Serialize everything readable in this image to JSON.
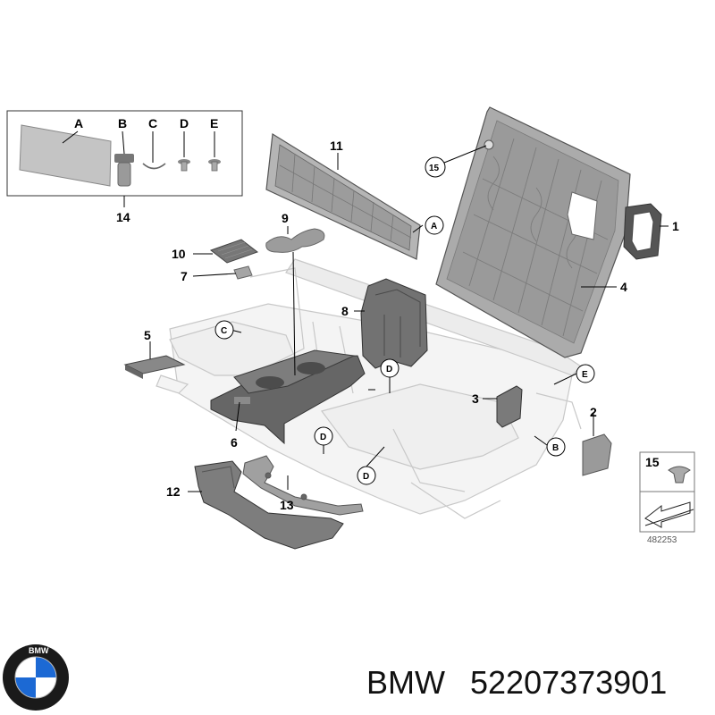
{
  "brand": {
    "name": "BMW",
    "part_number": "52207373901",
    "logo_text": "BMW",
    "colors": {
      "blue": "#1c69d4",
      "ring": "#1a1a1a",
      "white": "#ffffff"
    }
  },
  "diagram": {
    "reference_number": "482253",
    "inset_parts": [
      "A",
      "B",
      "C",
      "D",
      "E"
    ],
    "inset_group_label": "14",
    "callouts": {
      "p1": "1",
      "p2": "2",
      "p3": "3",
      "p4": "4",
      "p5": "5",
      "p6": "6",
      "p7": "7",
      "p8": "8",
      "p9": "9",
      "p10": "10",
      "p11": "11",
      "p12": "12",
      "p13": "13",
      "p15": "15"
    },
    "circle_markers": {
      "a": "A",
      "b": "B",
      "c": "C",
      "d1": "D",
      "d2": "D",
      "d3": "D",
      "e": "E",
      "n15": "15"
    },
    "legend_label": "15"
  }
}
